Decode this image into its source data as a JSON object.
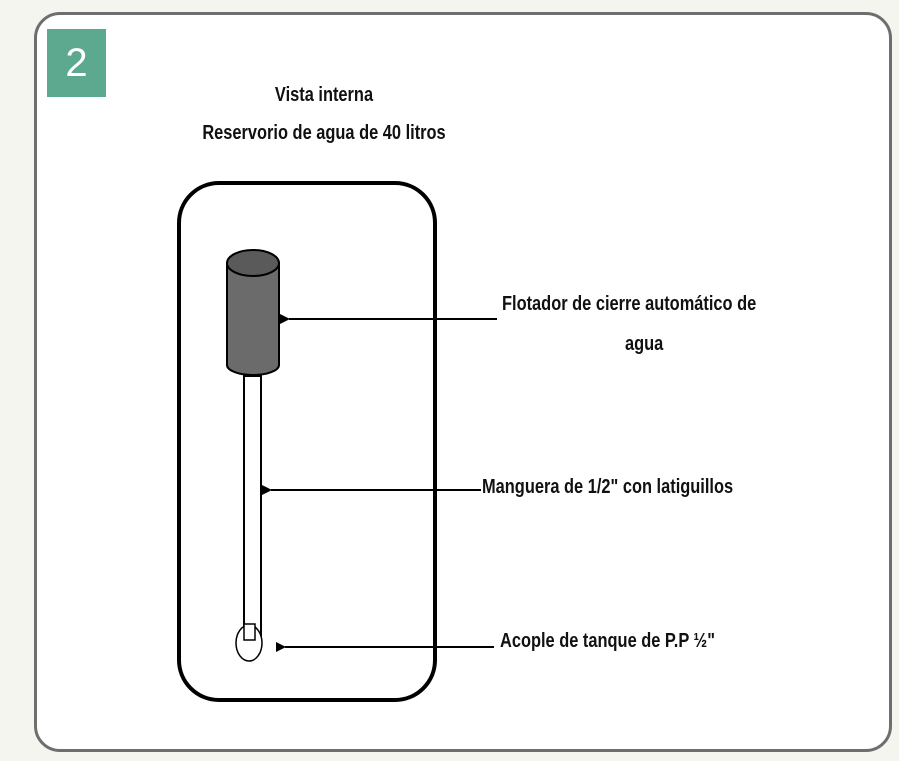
{
  "step": {
    "number": "2"
  },
  "title": {
    "line1": "Vista interna",
    "line2": "Reservorio de agua de 40 litros"
  },
  "labels": {
    "float_line1": "Flotador de cierre automático  de",
    "float_line2": "agua",
    "hose": "Manguera de 1/2\" con latiguillos",
    "coupling": "Acople de tanque  de P.P  ½\""
  },
  "colors": {
    "badge": "#5da98f",
    "float": "#6b6b6b",
    "float_top": "#5a5a5a",
    "outline": "#000000"
  }
}
